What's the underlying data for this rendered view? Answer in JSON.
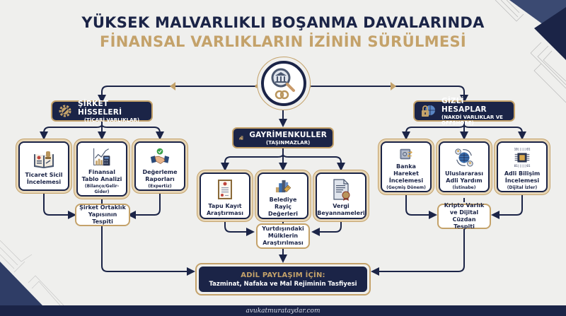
{
  "title": {
    "line1": "YÜKSEK MALVARLIKLI BOŞANMA DAVALARINDA",
    "line2": "FİNANSAL VARLIKLARIN İZİNİN SÜRÜLMESİ"
  },
  "hub": {
    "icon": "bank-magnifier-rings-icon"
  },
  "colors": {
    "navy": "#1b2447",
    "gold": "#c4a26a",
    "background": "#efefed",
    "card": "#ffffff"
  },
  "branches": [
    {
      "title": "ŞİRKET HİSSELERİ",
      "subtitle": "(TİCARİ VARLIKLAR)",
      "icon": "gear-wrench-icon",
      "cards": [
        {
          "label": "Ticaret Sicil İncelemesi",
          "note": "",
          "icon": "registry-book-stamp-icon"
        },
        {
          "label": "Finansal Tablo Analizi",
          "note": "(Bilanço/Gelir-Gider)",
          "icon": "chart-calculator-icon"
        },
        {
          "label": "Değerleme Raporları",
          "note": "(Expertiz)",
          "icon": "handshake-check-icon"
        }
      ],
      "result": "Şirket Ortaklık Yapısının Tespiti"
    },
    {
      "title": "GAYRİMENKULLER",
      "subtitle": "(TAŞINMAZLAR)",
      "icon": "house-building-icon",
      "cards": [
        {
          "label": "Tapu Kayıt Araştırması",
          "note": "",
          "icon": "deed-certificate-icon"
        },
        {
          "label": "Belediye Rayiç Değerleri",
          "note": "",
          "icon": "buildings-price-tag-icon"
        },
        {
          "label": "Vergi Beyannameleri",
          "note": "",
          "icon": "document-seal-icon"
        }
      ],
      "result": "Yurtdışındaki Mülklerin Araştırılması"
    },
    {
      "title": "GİZLİ HESAPLAR",
      "subtitle": "(NAKDİ VARLIKLAR VE OFFSHORE)",
      "icon": "lock-globe-icon",
      "cards": [
        {
          "label": "Banka Hareket İncelemesi",
          "note": "(Geçmiş Dönem)",
          "icon": "safe-transfer-icon"
        },
        {
          "label": "Uluslararası Adli Yardım",
          "note": "(İstinabe)",
          "icon": "globe-people-icon"
        },
        {
          "label": "Adli Bilişim İncelemesi",
          "note": "(Dijital İzler)",
          "icon": "microchip-binary-icon"
        }
      ],
      "result": "Kripto Varlık ve Dijital Cüzdan Tespiti"
    }
  ],
  "final": {
    "title": "ADİL PAYLAŞIM İÇİN:",
    "subtitle": "Tazminat, Nafaka ve Mal Rejiminin Tasfiyesi"
  },
  "footer": {
    "website": "avukatmurataydar.com"
  }
}
